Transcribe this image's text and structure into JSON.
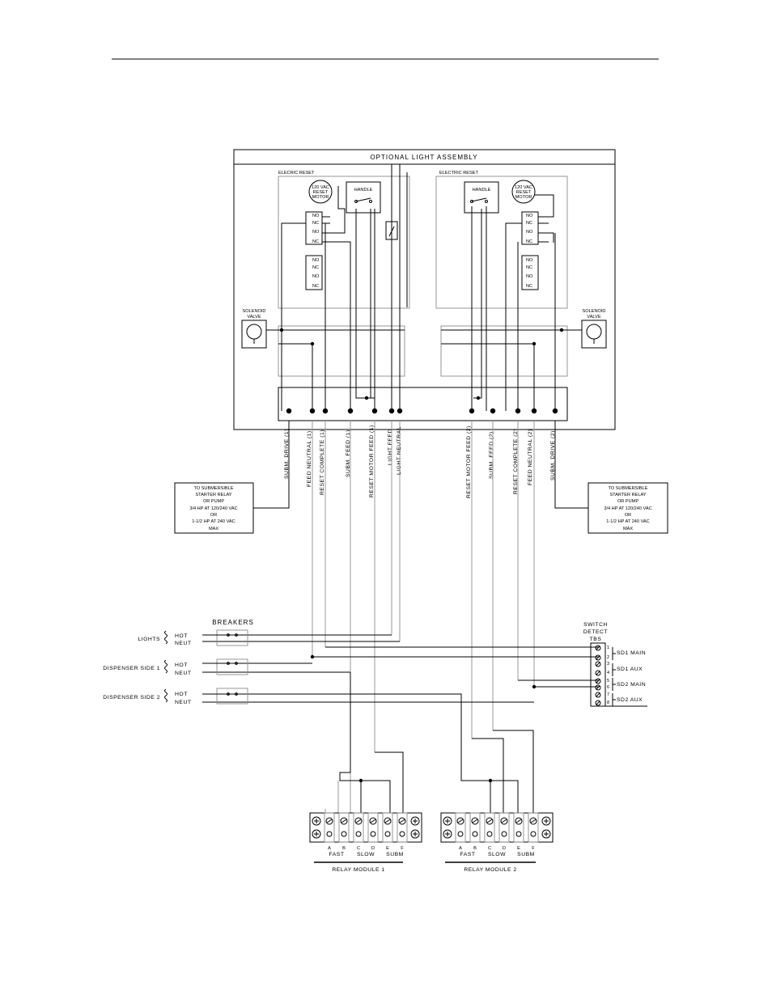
{
  "panel": {
    "title": "OPTIONAL LIGHT ASSEMBLY",
    "left_reset_label": "ELECRIC RESET",
    "right_reset_label": "ELECTRIC RESET",
    "handle_label": "HANDLE",
    "motor_label": [
      "120 VAC",
      "RESET",
      "MOTOR"
    ],
    "solenoid_label": [
      "SOLENOID",
      "VALVE"
    ],
    "contact_no": "NO",
    "contact_nc": "NC"
  },
  "wires": {
    "left": [
      "SUBM. DRIVE (1)",
      "FEED NEUTRAL (1)",
      "RESET COMPLETE (1)",
      "SUBM. FEED (1)",
      "RESET MOTOR FEED (1)",
      "LIGHT FEED",
      "LIGHT NEUTRAL"
    ],
    "right": [
      "RESET MOTOR FEED (2)",
      "SUBM. FEED (2)",
      "RESET COMPLETE (2)",
      "FEED NEUTRAL (2)",
      "SUBM. DRIVE (2)"
    ]
  },
  "notes": {
    "left": [
      "TO SUBMERSIBLE",
      "STARTER RELAY",
      "OR PUMP",
      "3/4 HP AT 120/240 VAC",
      "OR",
      "1-1/2 HP AT 240 VAC",
      "MAX"
    ],
    "right": [
      "TO SUBMERSIBLE",
      "STARTER RELAY",
      "OR PUMP",
      "3/4 HP AT 120/240 VAC",
      "OR",
      "1-1/2 HP AT 240 VAC",
      "MAX"
    ]
  },
  "breakers": {
    "title": "BREAKERS",
    "rows": [
      {
        "label": "LIGHTS",
        "hot": "HOT",
        "neut": "NEUT"
      },
      {
        "label": "DISPENSER SIDE 1",
        "hot": "HOT",
        "neut": "NEUT"
      },
      {
        "label": "DISPENSER SIDE 2",
        "hot": "HOT",
        "neut": "NEUT"
      }
    ]
  },
  "switch_detect": {
    "title": [
      "SWITCH",
      "DETECT",
      "TBS"
    ],
    "pins": [
      "1",
      "2",
      "3",
      "4",
      "5",
      "6",
      "7",
      "8"
    ],
    "groups": [
      "SD1 MAIN",
      "SD1 AUX",
      "SD2 MAIN",
      "SD2 AUX"
    ]
  },
  "relay_modules": [
    {
      "name": "RELAY MODULE 1",
      "letters": [
        "A",
        "B",
        "C",
        "D",
        "E",
        "F"
      ],
      "groups": [
        "FAST",
        "SLOW",
        "SUBM"
      ]
    },
    {
      "name": "RELAY MODULE 2",
      "letters": [
        "A",
        "B",
        "C",
        "D",
        "E",
        "F"
      ],
      "groups": [
        "FAST",
        "SLOW",
        "SUBM"
      ]
    }
  ]
}
